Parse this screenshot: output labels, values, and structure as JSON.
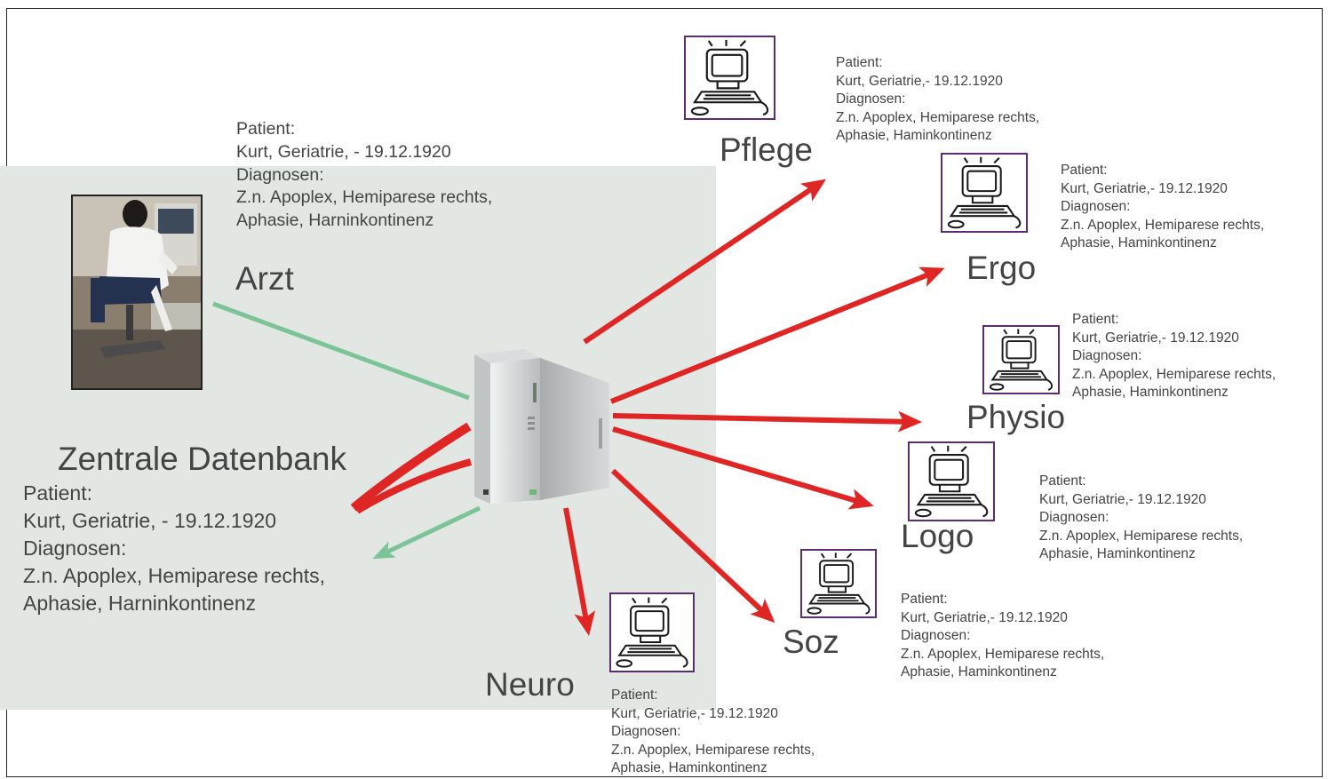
{
  "colors": {
    "accent_red": "#e02525",
    "accent_green": "#7cc497",
    "panel_gray": "#e2e7e4",
    "pc_border": "#5b2d6e"
  },
  "icons": {
    "doctor": "doctor-at-workstation-photo",
    "server": "server-tower-icon",
    "workstation": "computer-workstation-icon"
  },
  "arzt": {
    "label": "Arzt",
    "info": [
      "Patient:",
      "Kurt, Geriatrie, - 19.12.1920",
      "Diagnosen:",
      "Z.n. Apoplex, Hemiparese rechts,",
      "Aphasie, Harninkontinenz"
    ]
  },
  "database": {
    "title": "Zentrale Datenbank",
    "info": [
      "Patient:",
      "Kurt, Geriatrie, - 19.12.1920",
      "Diagnosen:",
      "Z.n. Apoplex, Hemiparese rechts,",
      "Aphasie, Harninkontinenz"
    ]
  },
  "stations": {
    "pflege": {
      "label": "Pflege",
      "info": [
        "Patient:",
        "Kurt, Geriatrie,- 19.12.1920",
        "Diagnosen:",
        "Z.n. Apoplex, Hemiparese rechts,",
        "Aphasie, Haminkontinenz"
      ]
    },
    "ergo": {
      "label": "Ergo",
      "info": [
        "Patient:",
        "Kurt, Geriatrie,- 19.12.1920",
        "Diagnosen:",
        "Z.n. Apoplex, Hemiparese rechts,",
        "Aphasie, Haminkontinenz"
      ]
    },
    "physio": {
      "label": "Physio",
      "info": [
        "Patient:",
        "Kurt, Geriatrie,- 19.12.1920",
        "Diagnosen:",
        "Z.n. Apoplex, Hemiparese rechts,",
        "Aphasie, Haminkontinenz"
      ]
    },
    "logo": {
      "label": "Logo",
      "info": [
        "Patient:",
        "Kurt, Geriatrie,- 19.12.1920",
        "Diagnosen:",
        "Z.n. Apoplex, Hemiparese rechts,",
        "Aphasie, Haminkontinenz"
      ]
    },
    "soz": {
      "label": "Soz",
      "info": [
        "Patient:",
        "Kurt, Geriatrie,- 19.12.1920",
        "Diagnosen:",
        "Z.n. Apoplex, Hemiparese rechts,",
        "Aphasie, Haminkontinenz"
      ]
    },
    "neuro": {
      "label": "Neuro",
      "info": [
        "Patient:",
        "Kurt, Geriatrie,- 19.12.1920",
        "Diagnosen:",
        "Z.n. Apoplex, Hemiparese rechts,",
        "Aphasie, Haminkontinenz"
      ]
    }
  }
}
